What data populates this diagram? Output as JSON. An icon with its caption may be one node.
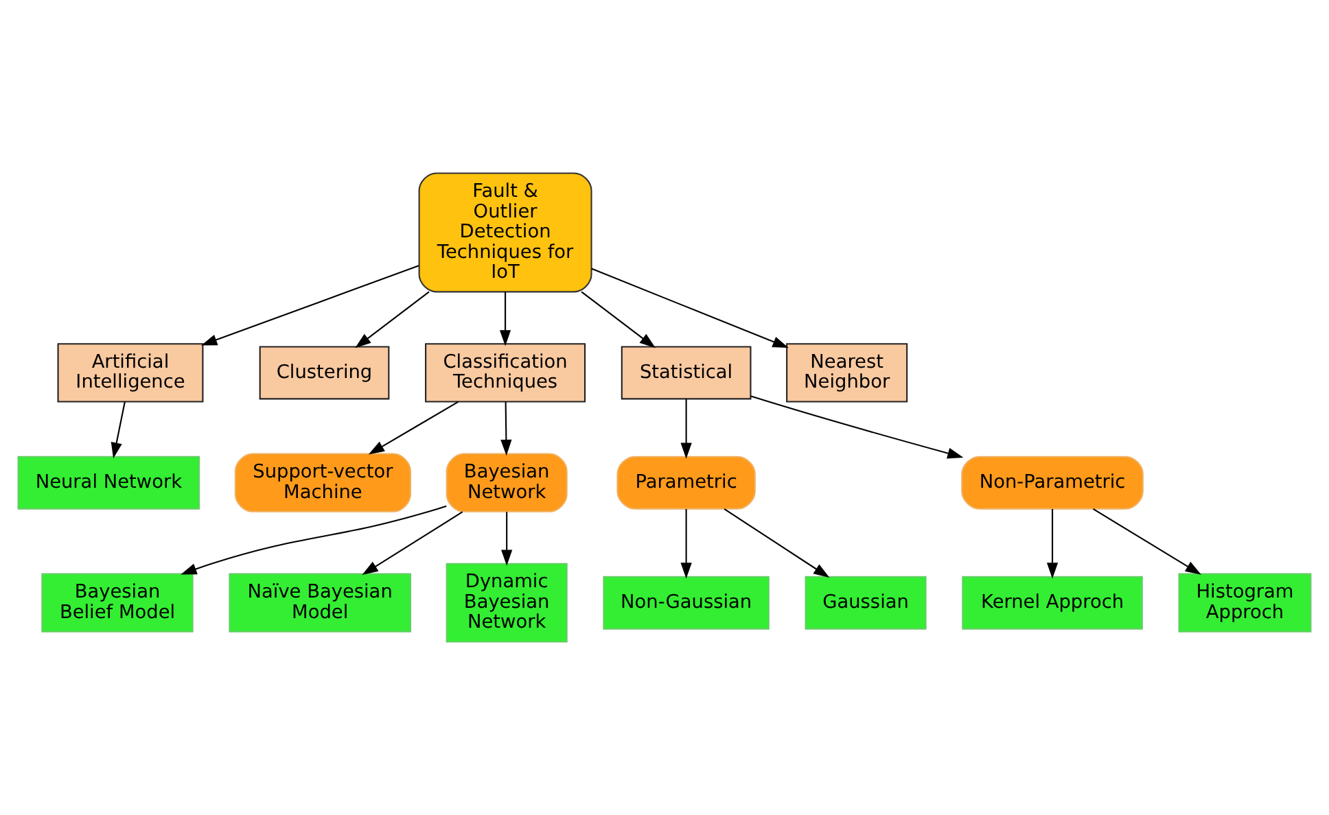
{
  "diagram": {
    "nodes": [
      {
        "text": [
          "Neural Network"
        ]
      },
      {
        "text": [
          "Artificial Intelligence"
        ]
      },
      {
        "text": [
          "Clustering"
        ]
      },
      {
        "text": [
          "Support-vector Machine"
        ]
      },
      {
        "text": [
          "Fault & Outlier Detection Techniques for IoT"
        ]
      },
      {
        "text": [
          "Classification Techniques"
        ]
      },
      {
        "text": [
          "Non-Gaussian"
        ]
      },
      {
        "text": [
          "Bayesian Network"
        ]
      },
      {
        "text": [
          "Parametric"
        ]
      },
      {
        "text": [
          "Statistical"
        ]
      },
      {
        "text": [
          "Nearest Neighbor"
        ]
      },
      {
        "text": [
          "Gaussian"
        ]
      },
      {
        "text": [
          "Non-Parametric"
        ]
      },
      {
        "text": [
          "Bayesian Belief Model"
        ]
      },
      {
        "text": [
          "Naïve Bayesian Model"
        ]
      },
      {
        "text": [
          "Kernel Approch"
        ]
      },
      {
        "text": [
          "Histogram Approch"
        ]
      },
      {
        "text": [
          "Dynamic Bayesian Network"
        ]
      }
    ],
    "edges": [
      {
        "from": 4,
        "to": 1,
        "arrow": "to"
      },
      {
        "from": 4,
        "to": 2,
        "arrow": "to"
      },
      {
        "from": 4,
        "to": 5,
        "arrow": "to"
      },
      {
        "from": 4,
        "to": 9,
        "arrow": "to"
      },
      {
        "from": 4,
        "to": 10,
        "arrow": "to"
      },
      {
        "from": 1,
        "to": 0,
        "arrow": "to"
      },
      {
        "from": 5,
        "to": 3,
        "arrow": "to"
      },
      {
        "from": 5,
        "to": 7,
        "arrow": "to"
      },
      {
        "from": 9,
        "to": 8,
        "arrow": "to"
      },
      {
        "from": 9,
        "to": 12,
        "arrow": "to"
      },
      {
        "from": 8,
        "to": 6,
        "arrow": "to"
      },
      {
        "from": 8,
        "to": 11,
        "arrow": "to"
      },
      {
        "from": 12,
        "to": 15,
        "arrow": "to"
      },
      {
        "from": 12,
        "to": 16,
        "arrow": "to"
      },
      {
        "from": 7,
        "to": 13,
        "arrow": "to"
      },
      {
        "from": 7,
        "to": 17,
        "arrow": "to"
      },
      {
        "from": 7,
        "to": 14,
        "arrow": "to"
      }
    ]
  }
}
